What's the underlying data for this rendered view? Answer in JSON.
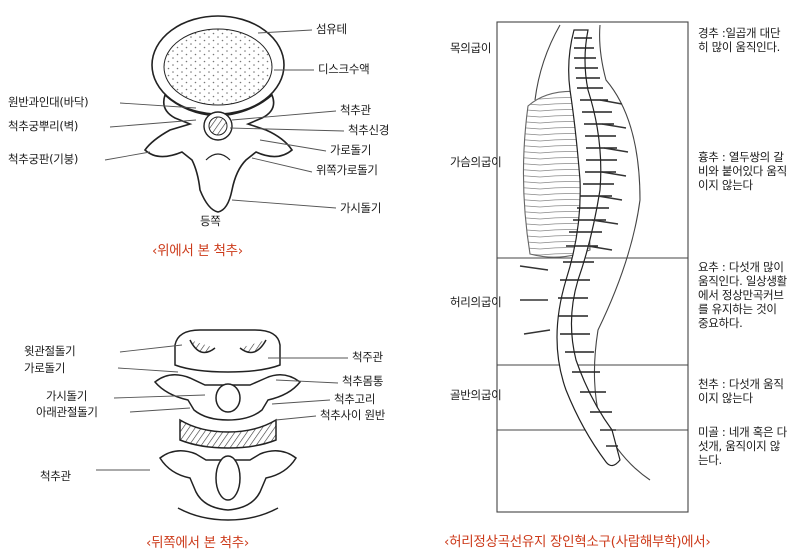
{
  "top_view": {
    "labels": {
      "fibrous_ring": "섬유테",
      "disc_fluid": "디스크수액",
      "posterior_ligament": "원반과인대(바닥)",
      "pedicle": "척추궁뿌리(벽)",
      "lamina": "척추궁판(기붕)",
      "spinal_canal": "척추관",
      "spinal_nerve": "척추신경",
      "transverse_process": "가로돌기",
      "upper_transverse_process": "위쪽가로돌기",
      "spinous_process": "가시돌기",
      "back": "등쪽"
    },
    "caption": "‹위에서 본 척추›"
  },
  "back_view": {
    "labels": {
      "upper_articular_process": "윗관절돌기",
      "transverse_process": "가로돌기",
      "spinous_process": "가시돌기",
      "lower_articular_process": "아래관절돌기",
      "spinal_canal_left": "척추관",
      "spinal_canal_right": "척주관",
      "vertebral_body": "척추몸통",
      "vertebral_arch": "척추고리",
      "intervertebral_disc": "척추사이 원반"
    },
    "caption": "‹뒤쪽에서 본 척추›"
  },
  "side_view": {
    "regions": {
      "cervical": "목의굽이",
      "thoracic": "가슴의굽이",
      "lumbar": "허리의굽이",
      "pelvic": "골반의굽이"
    },
    "notes": {
      "cervical": "경추 :일곱개 대단히 많이 움직인다.",
      "thoracic": "흉추 : 열두쌍의 갈비와 붙어있다 움직이지 않는다",
      "lumbar": "요추 : 다섯개 많이 움직인다. 일상생활에서 정상만곡커브를 유지하는 것이 중요하다.",
      "sacrum": "천추 : 다섯개 움직이지 않는다",
      "coccyx": "미골 : 네개 혹은 다섯개, 움직이지 않는다."
    },
    "caption": "‹허리정상곡선유지 장인혁소구(사람해부학)에서›"
  }
}
